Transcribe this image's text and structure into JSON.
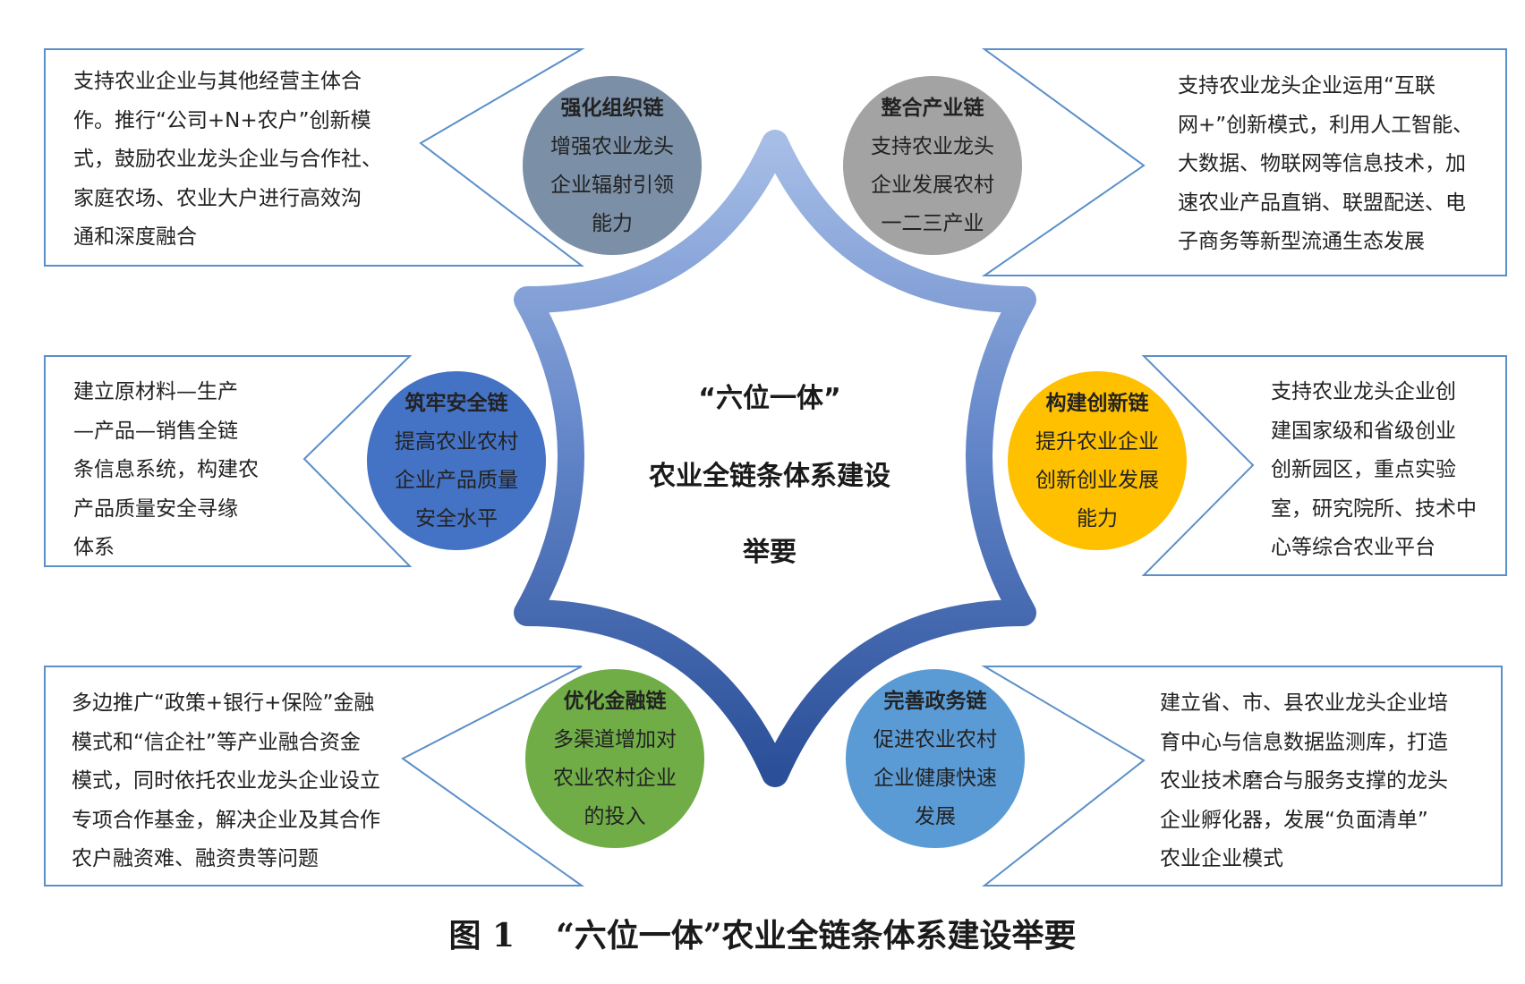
{
  "center": {
    "line1": "“六位一体”",
    "line2": "农业全链条体系建设",
    "line3": "举要"
  },
  "nodes": [
    {
      "title": "强化组织链",
      "body": "增强农业龙头\n企业辐射引领\n能力",
      "color": "#7b8fa6",
      "callout": "支持农业企业与其他经营主体合\n作。推行“公司+N+农户”创新模\n式，鼓励农业龙头企业与合作社、\n家庭农场、农业大户进行高效沟\n通和深度融合"
    },
    {
      "title": "整合产业链",
      "body": "支持农业龙头\n企业发展农村\n一二三产业",
      "color": "#a3a3a3",
      "callout": "支持农业龙头企业运用“互联\n网+”创新模式，利用人工智能、\n大数据、物联网等信息技术，加\n速农业产品直销、联盟配送、电\n子商务等新型流通生态发展"
    },
    {
      "title": "筑牢安全链",
      "body": "提高农业农村\n企业产品质量\n安全水平",
      "color": "#4472c4",
      "callout": "建立原材料—生产\n—产品—销售全链\n条信息系统，构建农\n产品质量安全寻缘\n体系"
    },
    {
      "title": "构建创新链",
      "body": "提升农业企业\n创新创业发展\n能力",
      "color": "#ffc000",
      "callout": "支持农业龙头企业创\n建国家级和省级创业\n创新园区，重点实验\n室，研究院所、技术中\n心等综合农业平台"
    },
    {
      "title": "优化金融链",
      "body": "多渠道增加对\n农业农村企业\n的投入",
      "color": "#70ad47",
      "callout": "多边推广“政策+银行+保险”金融\n模式和“信企社”等产业融合资金\n模式，同时依托农业龙头企业设立\n专项合作基金，解决企业及其合作\n农户融资难、融资贵等问题"
    },
    {
      "title": "完善政务链",
      "body": "促进农业农村\n企业健康快速\n发展",
      "color": "#5b9bd5",
      "callout": "建立省、市、县农业龙头企业培\n育中心与信息数据监测库，打造\n农业技术磨合与服务支撑的龙头\n企业孵化器，发展“负面清单”\n农业企业模式"
    }
  ],
  "caption": {
    "figure_label": "图 1",
    "title": "“六位一体”农业全链条体系建设举要"
  }
}
